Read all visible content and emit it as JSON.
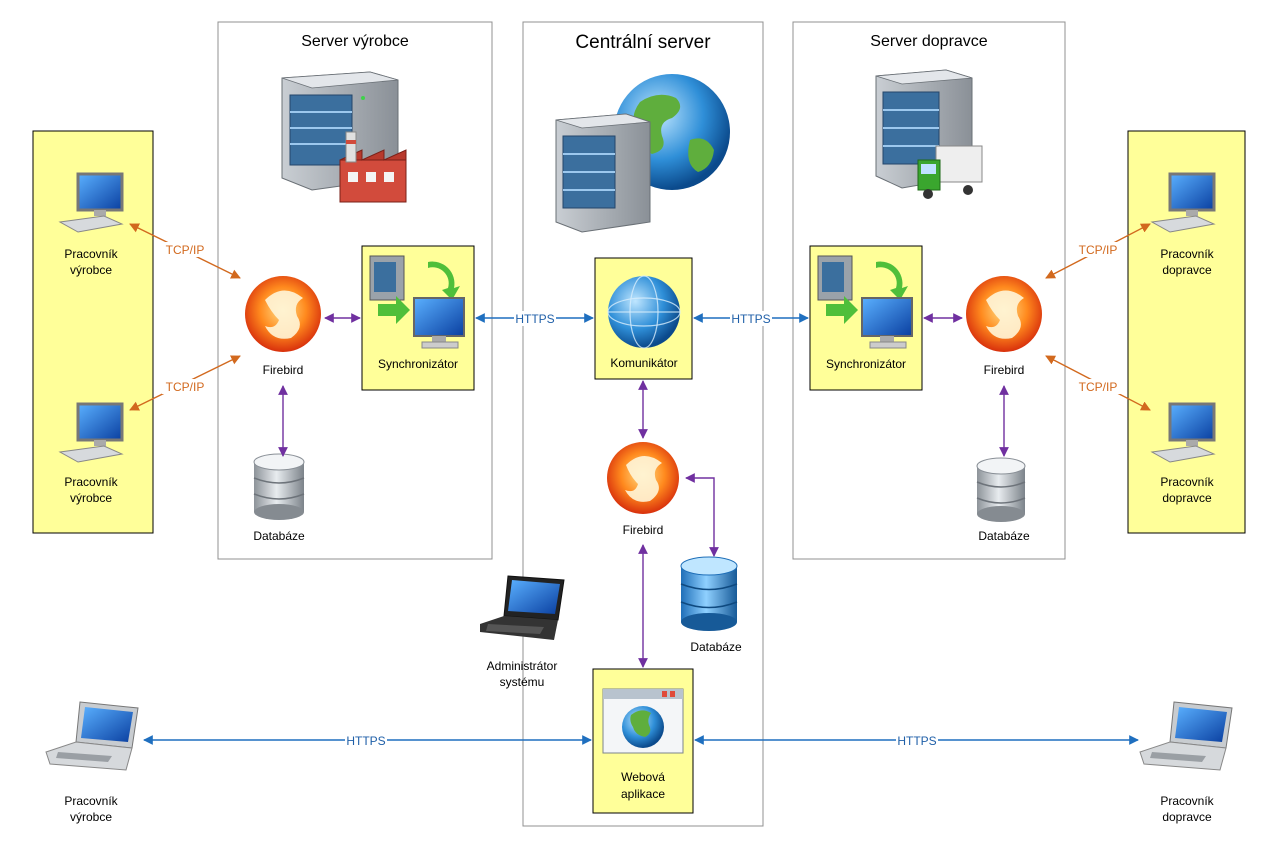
{
  "panels": {
    "manufacturer_server": {
      "title": "Server výrobce"
    },
    "central_server": {
      "title": "Centrální server"
    },
    "carrier_server": {
      "title": "Server dopravce"
    }
  },
  "nodes": {
    "firebird_left": "Firebird",
    "firebird_center": "Firebird",
    "firebird_right": "Firebird",
    "database_left": "Databáze",
    "database_center": "Databáze",
    "database_right": "Databáze",
    "synchronizer_left": "Synchronizátor",
    "synchronizer_right": "Synchronizátor",
    "communicator": "Komunikátor",
    "web_app_line1": "Webová",
    "web_app_line2": "aplikace",
    "admin_line1": "Administrátor",
    "admin_line2": "systému"
  },
  "workers": {
    "manufacturer_line1": "Pracovník",
    "manufacturer_line2": "výrobce",
    "carrier_line1": "Pracovník",
    "carrier_line2": "dopravce"
  },
  "protocols": {
    "tcpip": "TCP/IP",
    "https": "HTTPS"
  },
  "colors": {
    "yellow_box": "#ffff99",
    "purple_arrow": "#7030a0",
    "orange_arrow": "#d2691e",
    "blue_arrow": "#1f6fbf"
  }
}
